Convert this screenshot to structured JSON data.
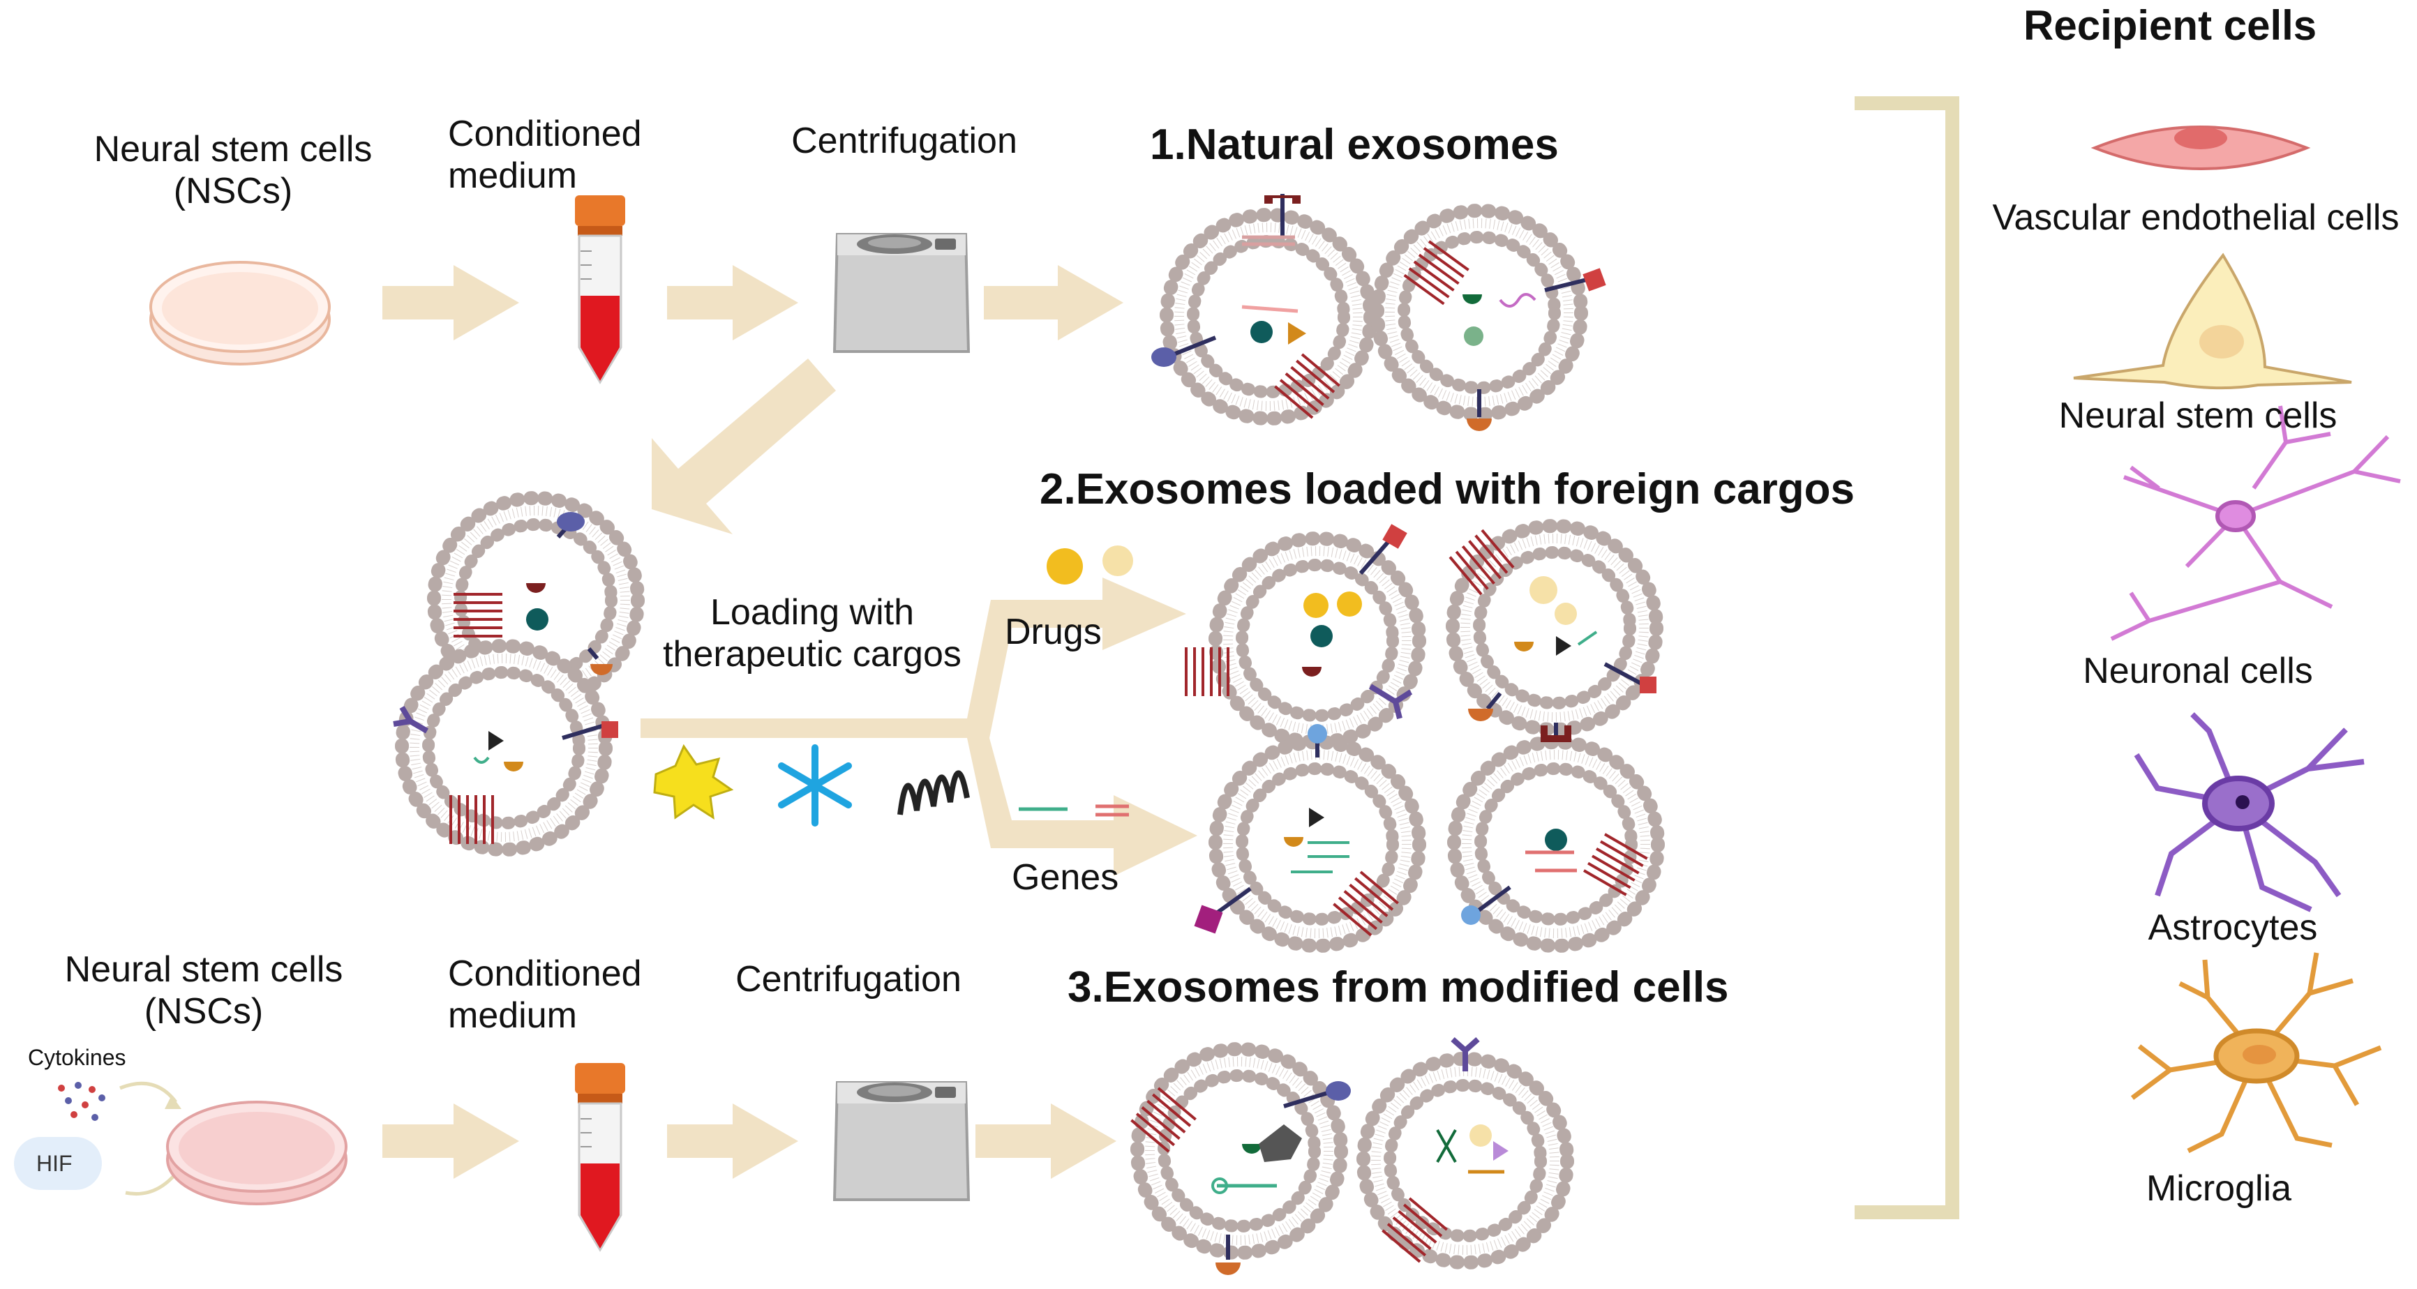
{
  "top_row": {
    "nsc_label": "Neural stem cells\n(NSCs)",
    "conditioned_medium": "Conditioned\nmedium",
    "centrifugation": "Centrifugation"
  },
  "bottom_row": {
    "nsc_label": "Neural stem cells\n(NSCs)",
    "conditioned_medium": "Conditioned\nmedium",
    "centrifugation": "Centrifugation",
    "cytokines": "Cytokines",
    "hif": "HIF"
  },
  "middle": {
    "loading_label": "Loading with\ntherapeutic cargos",
    "drugs": "Drugs",
    "genes": "Genes"
  },
  "titles": {
    "natural": "1.Natural exosomes",
    "loaded": "2.Exosomes loaded with foreign cargos",
    "modified": "3.Exosomes from modified cells"
  },
  "recipient": {
    "heading": "Recipient cells",
    "cells": [
      {
        "label": "Vascular endothelial cells",
        "icon": "endothelial-cell-icon"
      },
      {
        "label": "Neural stem cells",
        "icon": "neural-stem-cell-icon"
      },
      {
        "label": "Neuronal cells",
        "icon": "neuron-icon"
      },
      {
        "label": "Astrocytes",
        "icon": "astrocyte-icon"
      },
      {
        "label": "Microglia",
        "icon": "microglia-icon"
      }
    ]
  },
  "colors": {
    "arrow": "#f1e2c5",
    "bracket": "#e5dcb6",
    "membrane": "#b7aaa7",
    "tube_cap": "#e8782a",
    "tube_liquid": "#e01820",
    "receptor_red": "#9c1c1c",
    "endothelial": "#f4a7a7",
    "neural_stem": "#fbeebb",
    "neuron": "#df8ce0",
    "astrocyte": "#9a6fcb",
    "microglia": "#f0b35a"
  }
}
